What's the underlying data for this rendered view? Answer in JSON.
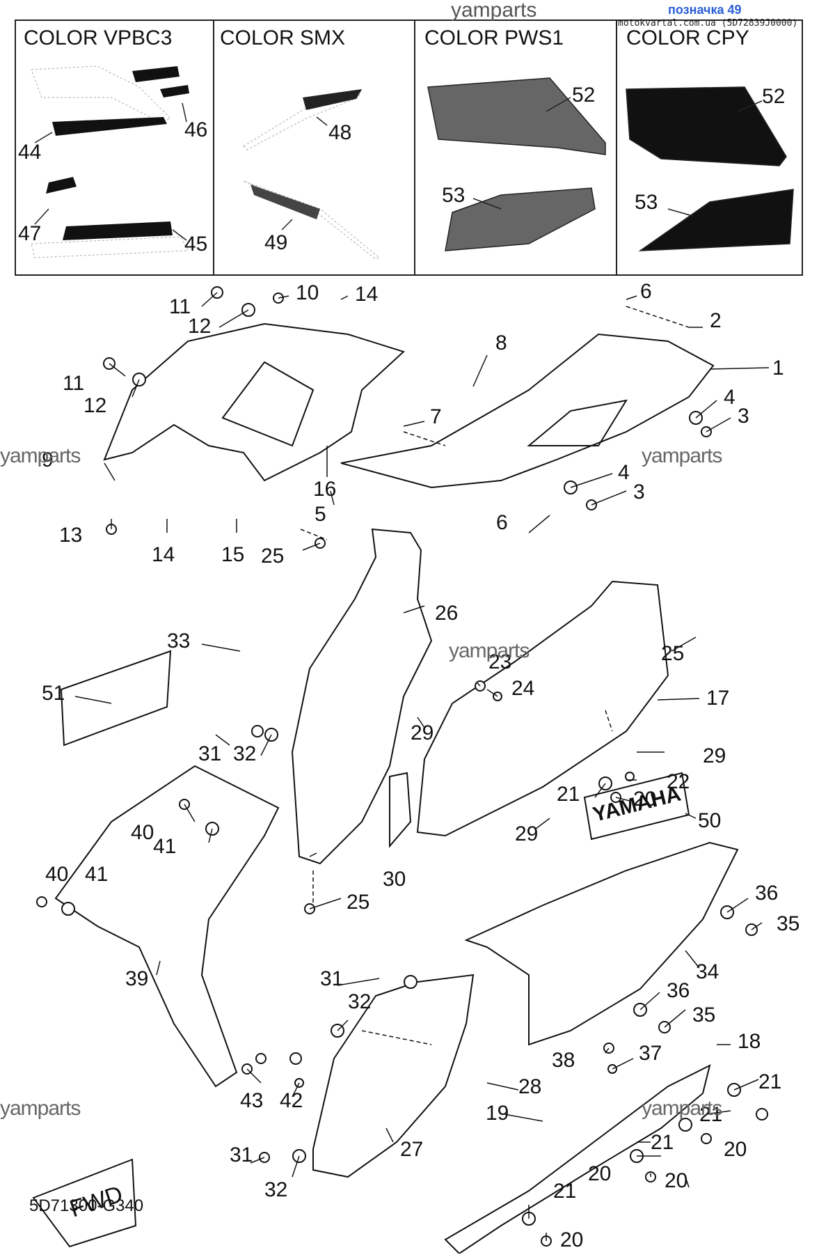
{
  "header": {
    "watermark": "yamparts",
    "reference": "позначка 49",
    "source": "motokvartal.com.ua (5D72839J0000)"
  },
  "color_panels": [
    {
      "label": "COLOR VPBC3",
      "callouts": [
        "46",
        "44",
        "47",
        "45"
      ]
    },
    {
      "label": "COLOR SMX",
      "callouts": [
        "48",
        "49"
      ]
    },
    {
      "label": "COLOR PWS1",
      "callouts": [
        "52",
        "53"
      ]
    },
    {
      "label": "COLOR CPY",
      "callouts": [
        "52",
        "53"
      ]
    }
  ],
  "watermarks": [
    "yamparts",
    "yamparts",
    "yamparts",
    "yamparts",
    "yamparts"
  ],
  "part_numbers": [
    "11",
    "10",
    "14",
    "6",
    "2",
    "1",
    "12",
    "11",
    "8",
    "12",
    "4",
    "3",
    "9",
    "7",
    "16",
    "5",
    "4",
    "3",
    "13",
    "14",
    "15",
    "6",
    "25",
    "26",
    "33",
    "25",
    "23",
    "24",
    "51",
    "17",
    "29",
    "31",
    "32",
    "29",
    "22",
    "21",
    "20",
    "40",
    "41",
    "29",
    "50",
    "30",
    "40",
    "41",
    "36",
    "25",
    "35",
    "34",
    "39",
    "31",
    "32",
    "36",
    "35",
    "18",
    "38",
    "37",
    "28",
    "43",
    "42",
    "21",
    "19",
    "21",
    "27",
    "21",
    "20",
    "31",
    "32",
    "20",
    "20",
    "21",
    "20"
  ],
  "decals": {
    "brand": "YAMAHA",
    "direction": "FWD"
  },
  "diagram_code": "5D71300-G340"
}
